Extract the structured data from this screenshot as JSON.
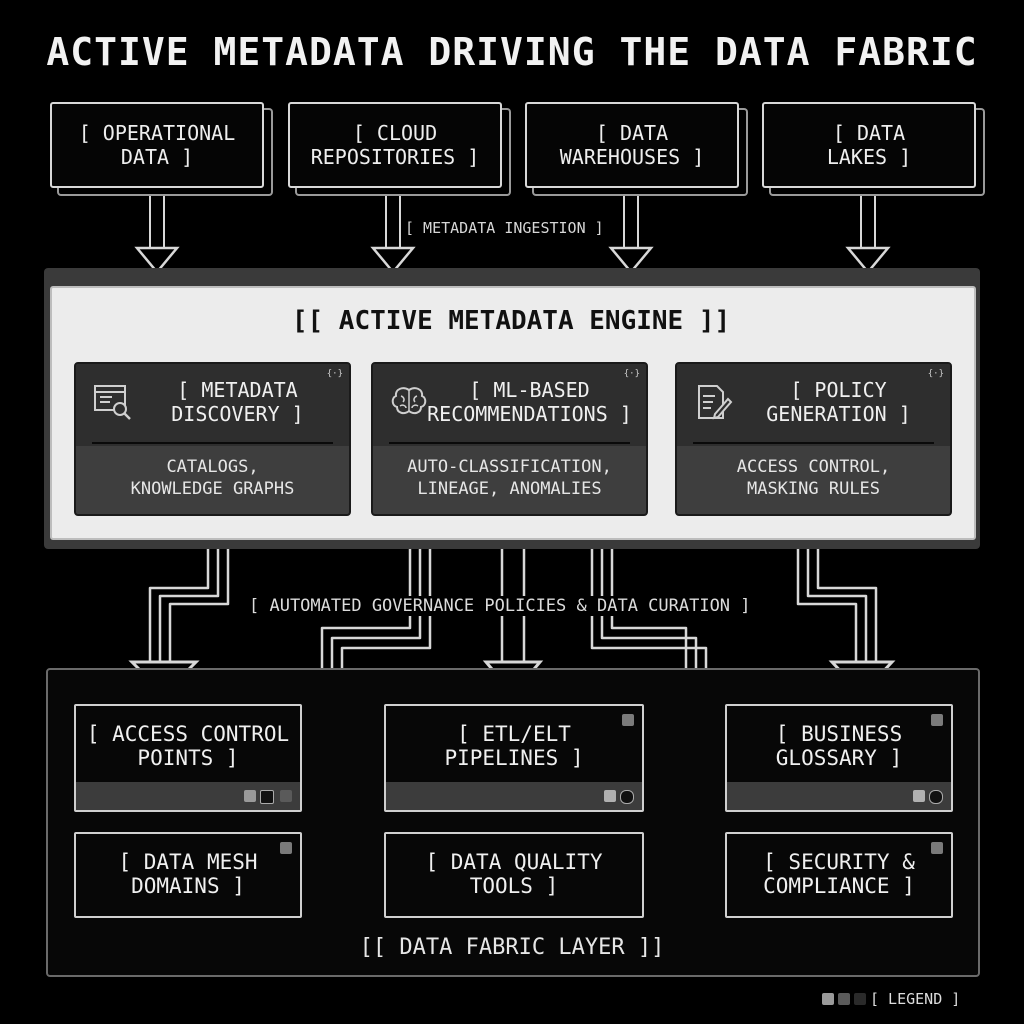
{
  "title": "ACTIVE METADATA DRIVING THE DATA FABRIC",
  "sources": [
    {
      "line1": "[ OPERATIONAL",
      "line2": "DATA ]"
    },
    {
      "line1": "[ CLOUD",
      "line2": "REPOSITORIES ]"
    },
    {
      "line1": "[ DATA",
      "line2": "WAREHOUSES ]"
    },
    {
      "line1": "[ DATA",
      "line2": "LAKES ]"
    }
  ],
  "ingestion_label": "[ METADATA INGESTION ]",
  "engine": {
    "title": "[[ ACTIVE METADATA ENGINE ]]",
    "cards": [
      {
        "title1": "[ METADATA",
        "title2": "DISCOVERY ]",
        "body1": "CATALOGS,",
        "body2": "KNOWLEDGE GRAPHS",
        "icon": "search-document-icon",
        "tag": "{·}"
      },
      {
        "title1": "[ ML-BASED",
        "title2": "RECOMMENDATIONS ]",
        "body1": "AUTO-CLASSIFICATION,",
        "body2": "LINEAGE, ANOMALIES",
        "icon": "brain-icon",
        "tag": "{·}"
      },
      {
        "title1": "[ POLICY",
        "title2": "GENERATION ]",
        "body1": "ACCESS CONTROL,",
        "body2": "MASKING RULES",
        "icon": "document-pen-icon",
        "tag": "{·}"
      }
    ]
  },
  "governance_label": "[ AUTOMATED GOVERNANCE POLICIES & DATA CURATION ]",
  "fabric": {
    "label": "[[ DATA FABRIC LAYER ]]",
    "nodes": [
      {
        "line1": "[ ACCESS CONTROL",
        "line2": "POINTS ]"
      },
      {
        "line1": "[ ETL/ELT",
        "line2": "PIPELINES ]"
      },
      {
        "line1": "[ BUSINESS",
        "line2": "GLOSSARY ]"
      },
      {
        "line1": "[ DATA MESH",
        "line2": "DOMAINS ]"
      },
      {
        "line1": "[ DATA QUALITY",
        "line2": "TOOLS ]"
      },
      {
        "line1": "[ SECURITY &",
        "line2": "COMPLIANCE ]"
      }
    ]
  },
  "legend_label": "[ LEGEND ]",
  "colors": {
    "background": "#000000",
    "engine_panel": "#ececec",
    "card": "#3e3e3e",
    "wire": "#d8d8d8"
  }
}
